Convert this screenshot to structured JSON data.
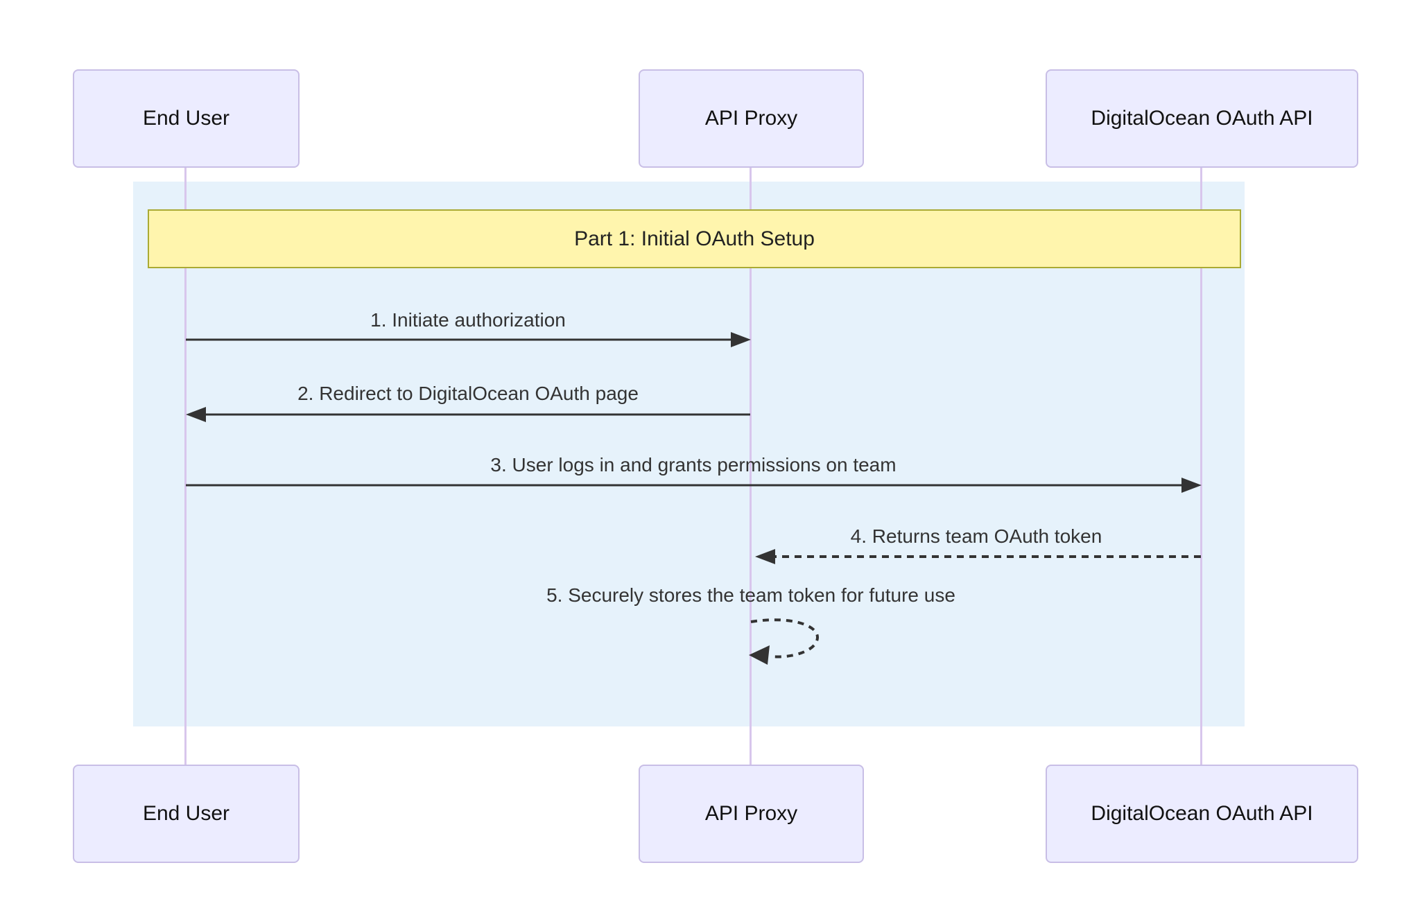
{
  "diagram": {
    "type": "sequence",
    "actors": [
      {
        "name": "End User"
      },
      {
        "name": "API Proxy"
      },
      {
        "name": "DigitalOcean OAuth API"
      }
    ],
    "note": {
      "label": "Part 1: Initial OAuth Setup"
    },
    "messages": [
      {
        "label": "1. Initiate authorization",
        "from": "End User",
        "to": "API Proxy",
        "line": "solid",
        "direction": "right"
      },
      {
        "label": "2. Redirect to DigitalOcean OAuth page",
        "from": "API Proxy",
        "to": "End User",
        "line": "solid",
        "direction": "left"
      },
      {
        "label": "3. User logs in and grants permissions on team",
        "from": "End User",
        "to": "DigitalOcean OAuth API",
        "line": "solid",
        "direction": "right"
      },
      {
        "label": "4. Returns team OAuth token",
        "from": "DigitalOcean OAuth API",
        "to": "API Proxy",
        "line": "dashed",
        "direction": "left"
      },
      {
        "label": "5. Securely stores the team token for future use",
        "from": "API Proxy",
        "to": "API Proxy",
        "line": "dashed",
        "direction": "self"
      }
    ],
    "colors": {
      "actor_fill": "#ECECFF",
      "actor_border": "#C8BEE6",
      "lifeline": "#D8C6EC",
      "note_fill": "#FFF5AD",
      "note_border": "#AAAA33",
      "region_fill": "#E6F2FB",
      "arrow": "#333333",
      "text": "#333333"
    }
  }
}
